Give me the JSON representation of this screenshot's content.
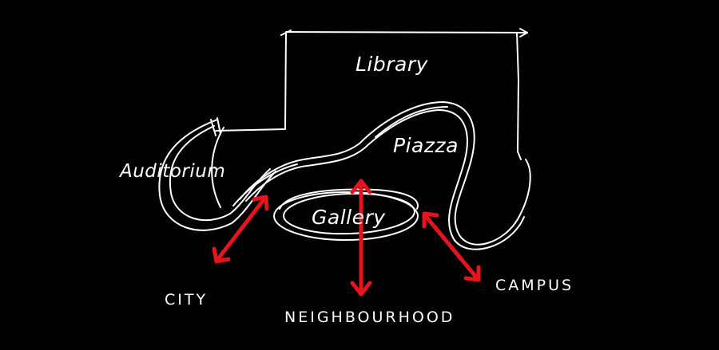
{
  "labels": {
    "library": "Library",
    "piazza": "Piazza",
    "auditorium": "Auditorium",
    "gallery": "Gallery",
    "city": "CITY",
    "neighbourhood": "NEIGHBOURHOOD",
    "campus": "CAMPUS"
  },
  "colors": {
    "background": "#000000",
    "sketch": "#ffffff",
    "arrows": "#e8141c"
  }
}
